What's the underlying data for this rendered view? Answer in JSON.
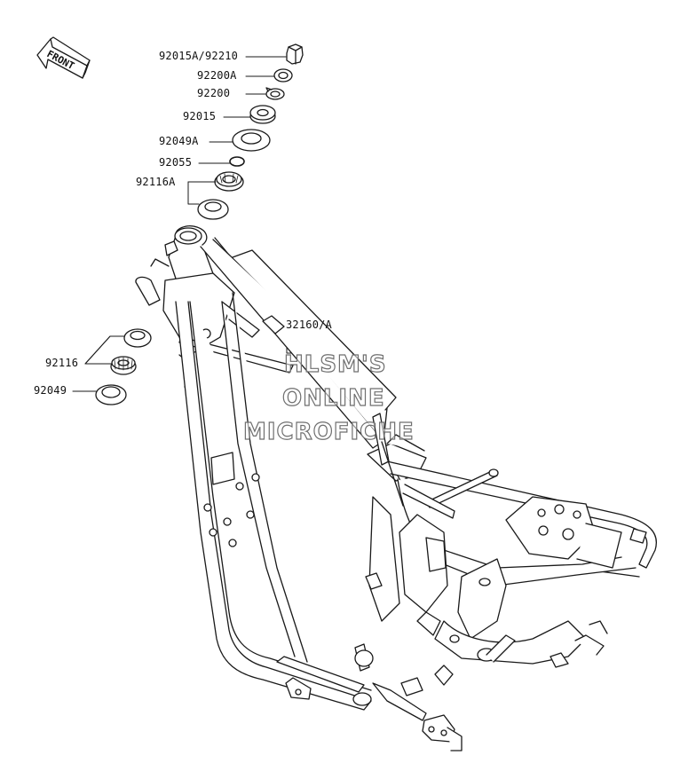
{
  "front_arrow": {
    "label": "FRONT"
  },
  "parts": [
    {
      "id": "92015A/92210"
    },
    {
      "id": "92200A"
    },
    {
      "id": "92200"
    },
    {
      "id": "92015"
    },
    {
      "id": "92049A"
    },
    {
      "id": "92055"
    },
    {
      "id": "92116A"
    },
    {
      "id": "32160/A"
    },
    {
      "id": "92116"
    },
    {
      "id": "92049"
    }
  ],
  "watermark": {
    "line1": "HLSM'S",
    "line2": "ONLINE",
    "line3": "MICROFICHE"
  },
  "colors": {
    "line": "#1a1a1a",
    "watermark_outline": "#6f6f6f"
  }
}
